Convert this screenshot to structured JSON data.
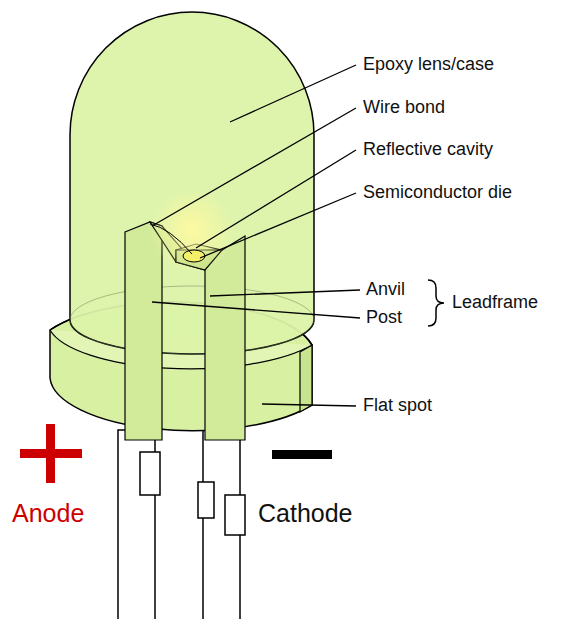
{
  "diagram": {
    "labels": [
      "Epoxy lens/case",
      "Wire bond",
      "Reflective cavity",
      "Semiconductor die",
      "Anvil",
      "Post",
      "Leadframe",
      "Flat spot",
      "Anode",
      "Cathode"
    ]
  }
}
